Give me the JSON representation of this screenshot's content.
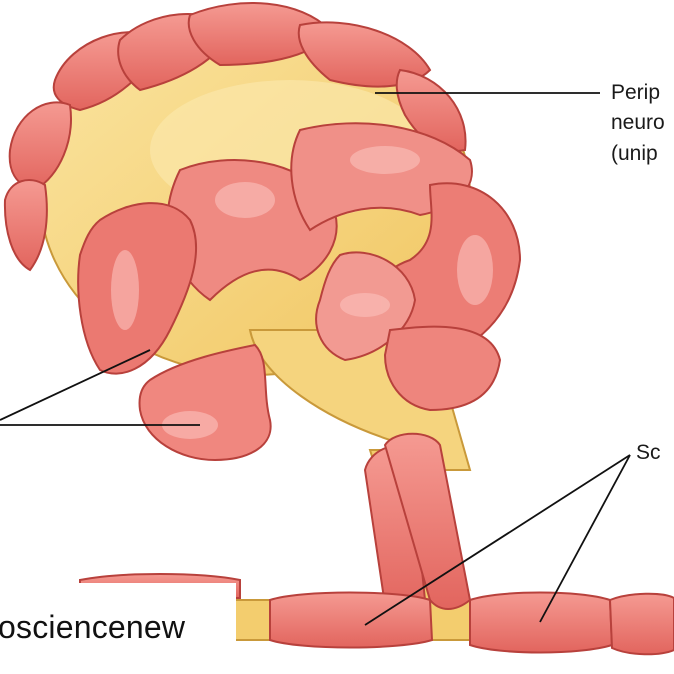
{
  "labels": {
    "peripheral_line1": "Perip",
    "peripheral_line2": "neuro",
    "peripheral_line3": "(unip",
    "schwann": "Sc"
  },
  "watermark": "osciencenew",
  "colors": {
    "satellite_cell": "#ee7f77",
    "satellite_dark": "#d9534f",
    "satellite_highlight": "#fbc2bd",
    "neuron_body": "#f3cd6e",
    "neuron_light": "#fbe7a9",
    "leader_line": "#111111",
    "background": "#ffffff"
  }
}
